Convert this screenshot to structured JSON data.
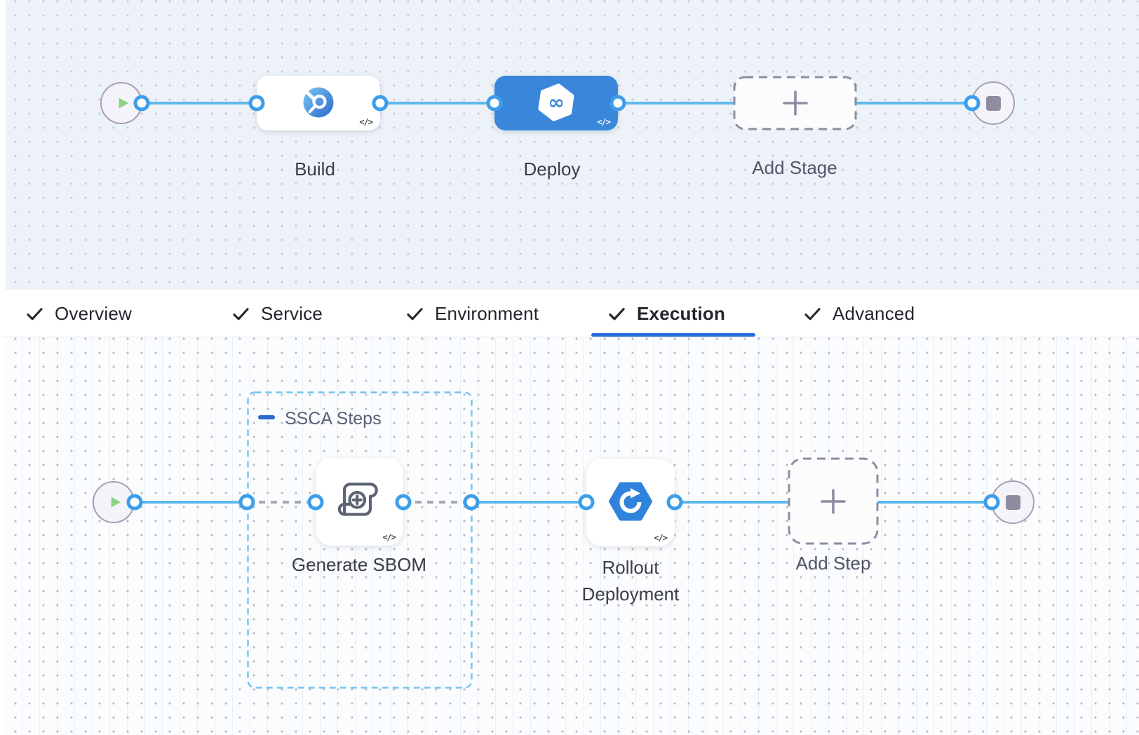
{
  "stage_pipeline": {
    "nodes": {
      "build": {
        "label": "Build",
        "code_badge": "</>"
      },
      "deploy": {
        "label": "Deploy",
        "code_badge": "</>",
        "icon_glyph": "∞",
        "selected": true
      },
      "add_stage": {
        "label": "Add Stage"
      }
    }
  },
  "tabs": {
    "items": [
      {
        "label": "Overview",
        "checked": true,
        "active": false
      },
      {
        "label": "Service",
        "checked": true,
        "active": false
      },
      {
        "label": "Environment",
        "checked": true,
        "active": false
      },
      {
        "label": "Execution",
        "checked": true,
        "active": true
      },
      {
        "label": "Advanced",
        "checked": true,
        "active": false
      }
    ]
  },
  "execution_pipeline": {
    "group": {
      "label": "SSCA Steps",
      "collapse_icon": "minus-icon"
    },
    "steps": {
      "generate_sbom": {
        "label": "Generate SBOM",
        "code_badge": "</>"
      },
      "rollout": {
        "label_line1": "Rollout",
        "label_line2": "Deployment",
        "code_badge": "</>"
      },
      "add_step": {
        "label": "Add Step"
      }
    }
  },
  "icons": {
    "start": "play-icon",
    "end": "stop-icon",
    "build": "ci-build-magnifier-icon",
    "deploy": "cd-infinity-hexagon-icon",
    "generate_sbom": "sbom-scroll-plus-icon",
    "rollout": "rollout-sync-hexagon-icon",
    "add": "plus-icon",
    "tab_check": "checkmark-icon",
    "code_badge": "code-glyph"
  },
  "colors": {
    "selected_stage_blue": "#3a86da",
    "connector_blue": "#5db8ed",
    "connector_dot_border": "#3d9eea",
    "dashed_connector_gray": "#a6a8b3",
    "active_tab_underline": "#2a6edd",
    "group_border_blue": "#74c3f0",
    "play_green": "#8ed283",
    "canvas_top_bg": "#ecf2f8",
    "canvas_bottom_bg": "#fbfcfd",
    "rollout_icon_blue": "#2f83dc"
  }
}
